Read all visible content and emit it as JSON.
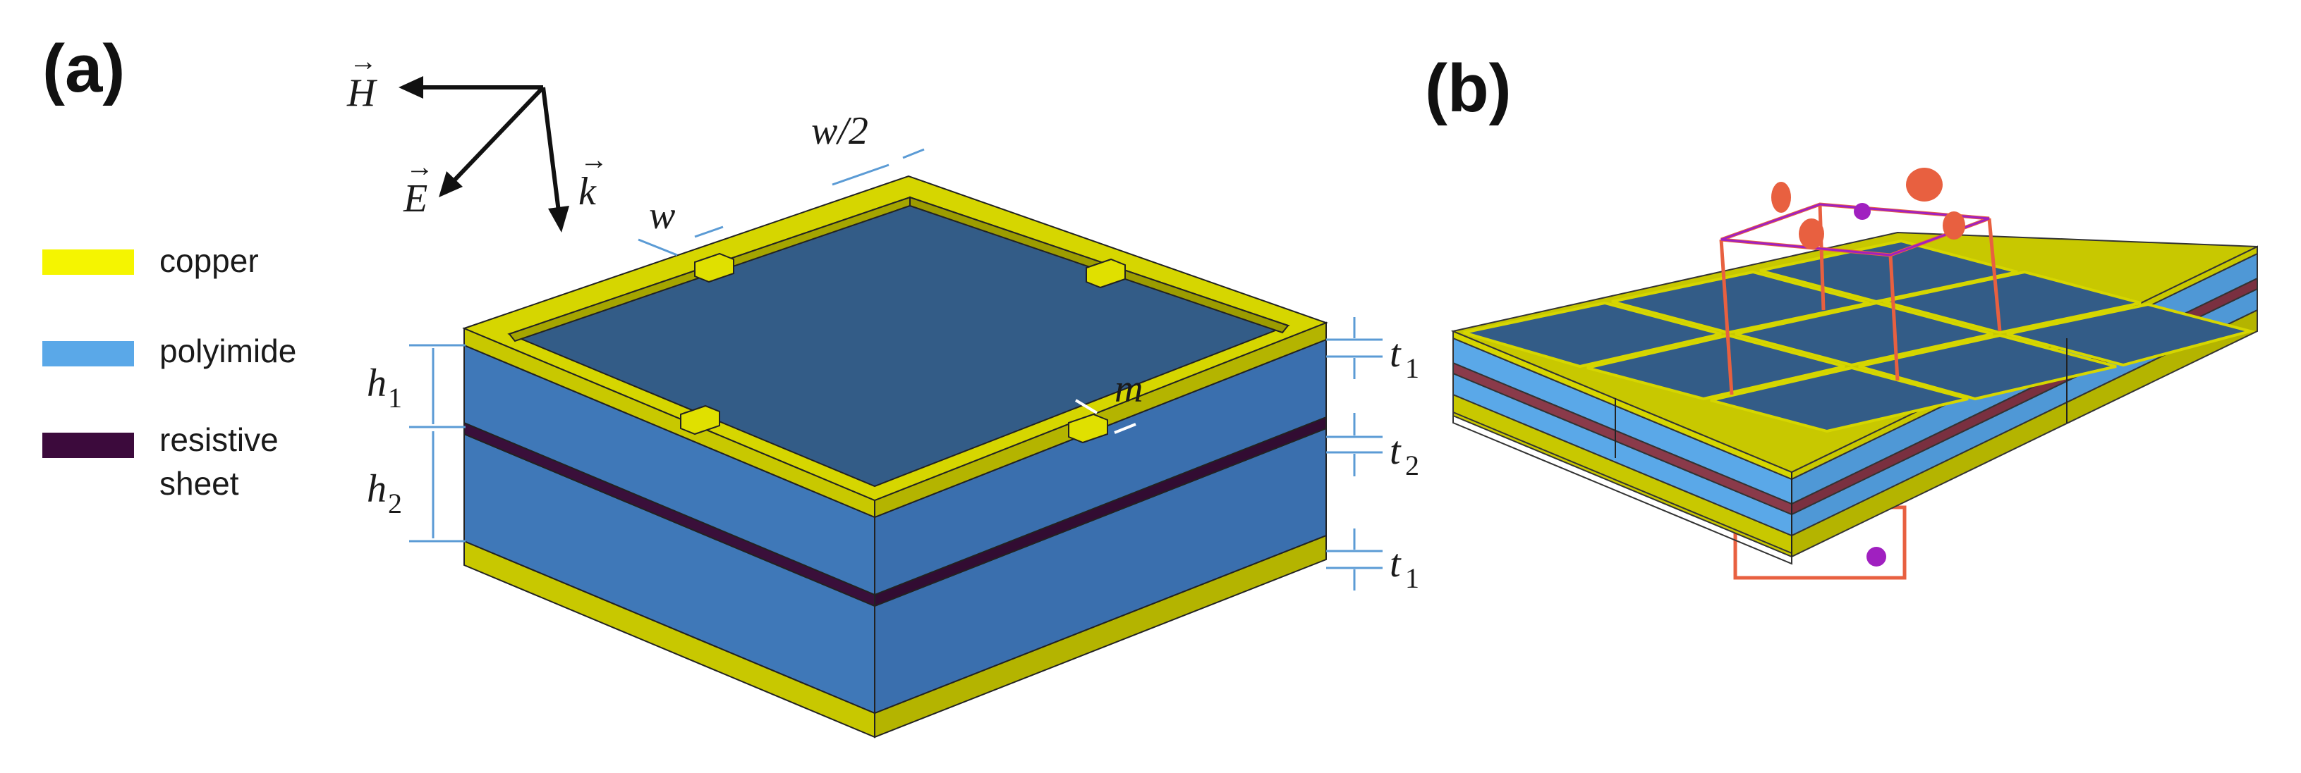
{
  "panels": {
    "a": "(a)",
    "b": "(b)"
  },
  "vectors": {
    "h": "H",
    "e": "E",
    "k": "k",
    "arrow_accent": "→"
  },
  "legend": [
    {
      "label": "copper",
      "color": "#f5f500"
    },
    {
      "label": "polyimide",
      "color": "#5aa8e8"
    },
    {
      "label": "resistive",
      "label2": "sheet",
      "color": "#3c0a3c"
    }
  ],
  "dimensions": {
    "w": "w",
    "w_half": "w/2",
    "m": "m",
    "h1": "h",
    "h1_sub": "1",
    "h2": "h",
    "h2_sub": "2",
    "t1_top": "t",
    "t1_top_sub": "1",
    "t2": "t",
    "t2_sub": "2",
    "t1_bottom": "t",
    "t1_bottom_sub": "1"
  },
  "colors": {
    "copper": "#c8c800",
    "copper_light": "#e6e60a",
    "polyimide_front": "#3f78b8",
    "polyimide_side": "#3a6fae",
    "top_face": "#335c87",
    "resistive": "#3a0f3a",
    "dimension": "#5b9bd5",
    "probe": "#e86040",
    "port": "#a020c0"
  }
}
